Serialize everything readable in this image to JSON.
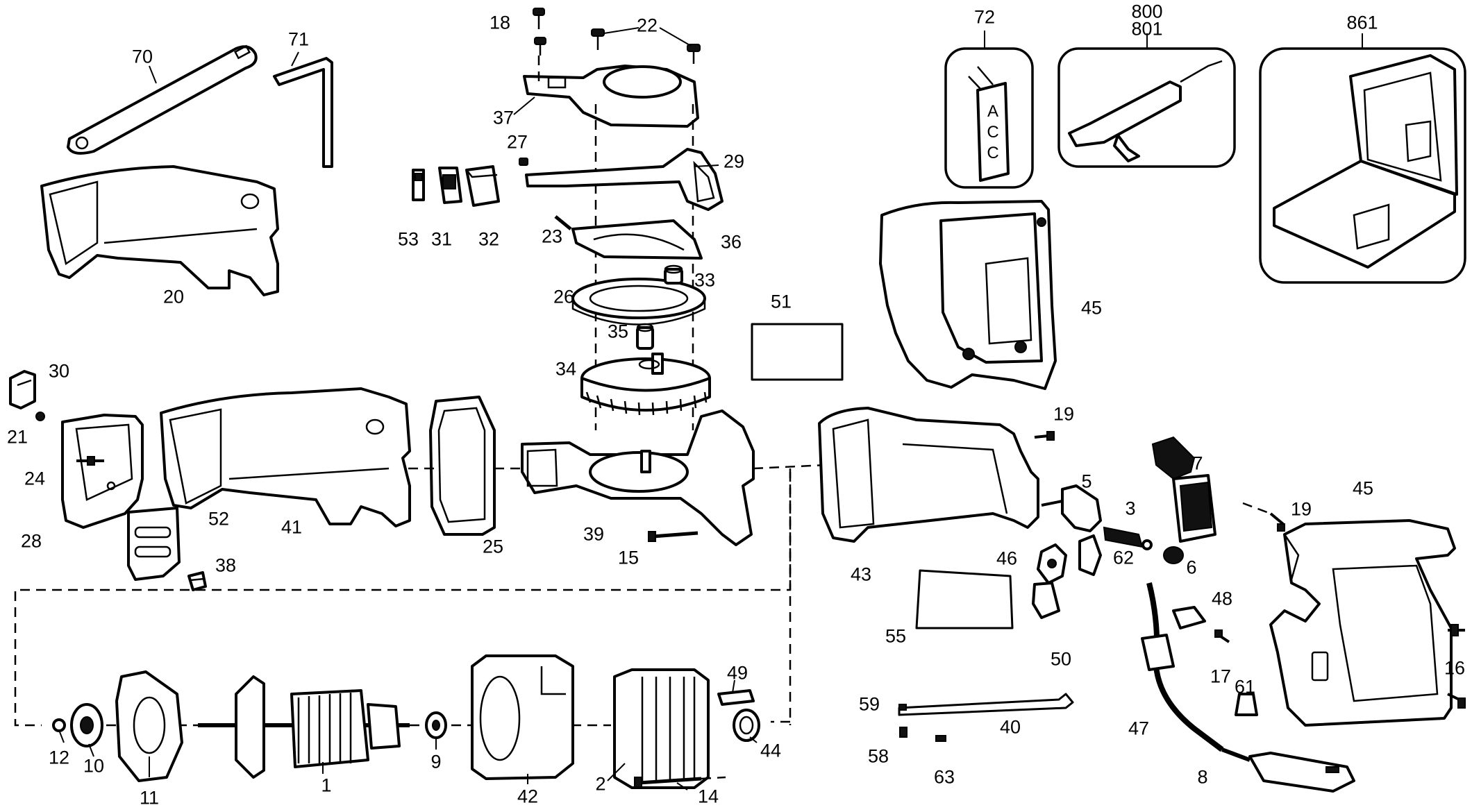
{
  "labels": {
    "p70": "70",
    "p71": "71",
    "p20": "20",
    "p18": "18",
    "p22": "22",
    "p37": "37",
    "p27": "27",
    "p29": "29",
    "p53": "53",
    "p31": "31",
    "p32": "32",
    "p23": "23",
    "p36": "36",
    "p26": "26",
    "p33": "33",
    "p35": "35",
    "p34": "34",
    "p51": "51",
    "p72": "72",
    "p800": "800",
    "p801": "801",
    "p861": "861",
    "p45a": "45",
    "p30": "30",
    "p21": "21",
    "p24": "24",
    "p28": "28",
    "p41": "41",
    "p52": "52",
    "p38": "38",
    "p25": "25",
    "p39": "39",
    "p15": "15",
    "p43": "43",
    "p19a": "19",
    "p5": "5",
    "p3": "3",
    "p7": "7",
    "p19b": "19",
    "p45b": "45",
    "p46": "46",
    "p62": "62",
    "p6": "6",
    "p55": "55",
    "p50": "50",
    "p48": "48",
    "p17": "17",
    "p16": "16",
    "p61": "61",
    "p47": "47",
    "p8": "8",
    "p12": "12",
    "p10": "10",
    "p11": "11",
    "p1": "1",
    "p9": "9",
    "p42": "42",
    "p2": "2",
    "p49": "49",
    "p44": "44",
    "p14": "14",
    "p59": "59",
    "p58": "58",
    "p40": "40",
    "p63": "63"
  },
  "kit_box_text": "ACC"
}
